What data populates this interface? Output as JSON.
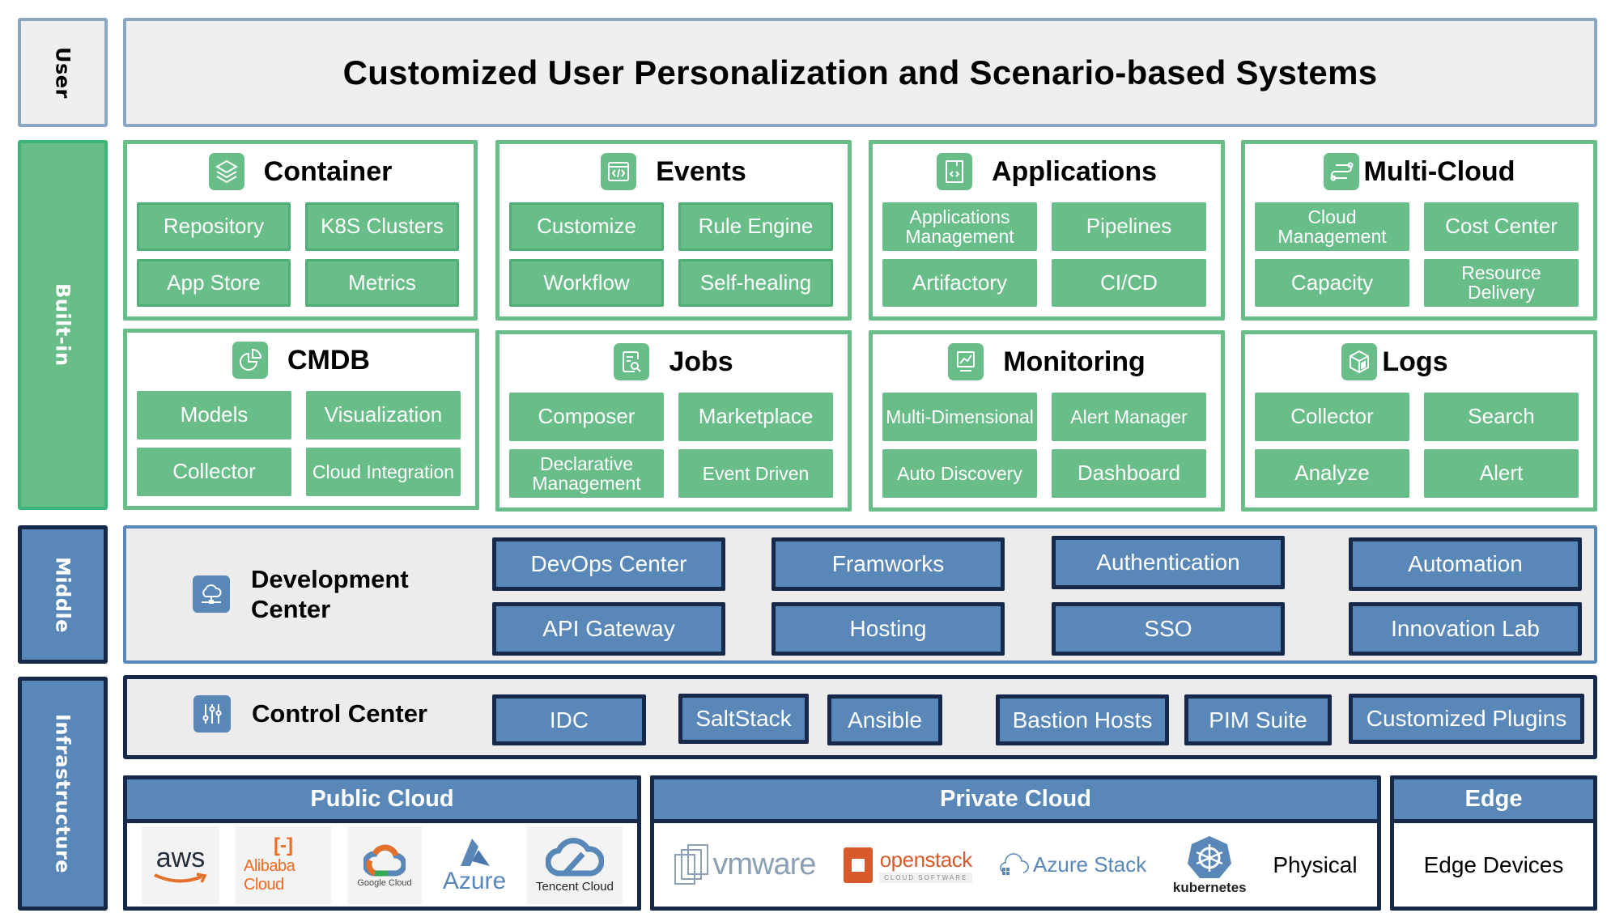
{
  "layers": {
    "user": "User",
    "builtin": "Built-in",
    "middle": "Middle",
    "infrastructure": "Infrastructure"
  },
  "title": "Customized User Personalization and Scenario-based Systems",
  "builtin_modules": [
    {
      "title": "Container",
      "icon": "layers-icon",
      "items": [
        "Repository",
        "K8S Clusters",
        "App Store",
        "Metrics"
      ]
    },
    {
      "title": "Events",
      "icon": "code-window-icon",
      "items": [
        "Customize",
        "Rule Engine",
        "Workflow",
        "Self-healing"
      ]
    },
    {
      "title": "Applications",
      "icon": "code-file-icon",
      "items": [
        "Applications Management",
        "Pipelines",
        "Artifactory",
        "CI/CD"
      ]
    },
    {
      "title": "Multi-Cloud",
      "icon": "route-icon",
      "items": [
        "Cloud Management",
        "Cost Center",
        "Capacity",
        "Resource Delivery"
      ]
    },
    {
      "title": "CMDB",
      "icon": "pie-chart-icon",
      "items": [
        "Models",
        "Visualization",
        "Collector",
        "Cloud Integration"
      ]
    },
    {
      "title": "Jobs",
      "icon": "document-search-icon",
      "items": [
        "Composer",
        "Marketplace",
        "Declarative Management",
        "Event Driven"
      ]
    },
    {
      "title": "Monitoring",
      "icon": "chart-board-icon",
      "items": [
        "Multi-Dimensional",
        "Alert Manager",
        "Auto Discovery",
        "Dashboard"
      ]
    },
    {
      "title": "Logs",
      "icon": "cube-icon",
      "items": [
        "Collector",
        "Search",
        "Analyze",
        "Alert"
      ]
    }
  ],
  "development_center": {
    "title_line1": "Development",
    "title_line2": "Center",
    "items": [
      "DevOps Center",
      "Framworks",
      "Authentication",
      "Automation",
      "API Gateway",
      "Hosting",
      "SSO",
      "Innovation Lab"
    ]
  },
  "control_center": {
    "title": "Control Center",
    "items": [
      "IDC",
      "SaltStack",
      "Ansible",
      "Bastion Hosts",
      "PIM Suite",
      "Customized Plugins"
    ]
  },
  "public_cloud": {
    "title": "Public Cloud",
    "logos": [
      "aws",
      "Alibaba Cloud",
      "Google Cloud",
      "Azure",
      "Tencent Cloud"
    ]
  },
  "private_cloud": {
    "title": "Private Cloud",
    "logos": [
      "vmware",
      "openstack",
      "CLOUD SOFTWARE",
      "Azure Stack",
      "kubernetes"
    ],
    "physical": "Physical"
  },
  "edge": {
    "title": "Edge",
    "item": "Edge Devices"
  },
  "colors": {
    "builtin_green": "#68bd88",
    "builtin_border": "#3bb57a",
    "middle_blue": "#5887b8",
    "dark_navy": "#17294a",
    "user_border": "#8aa6c1",
    "panel_gray": "#ececec",
    "aws_orange": "#e5702b",
    "alibaba_orange": "#f06a21"
  }
}
